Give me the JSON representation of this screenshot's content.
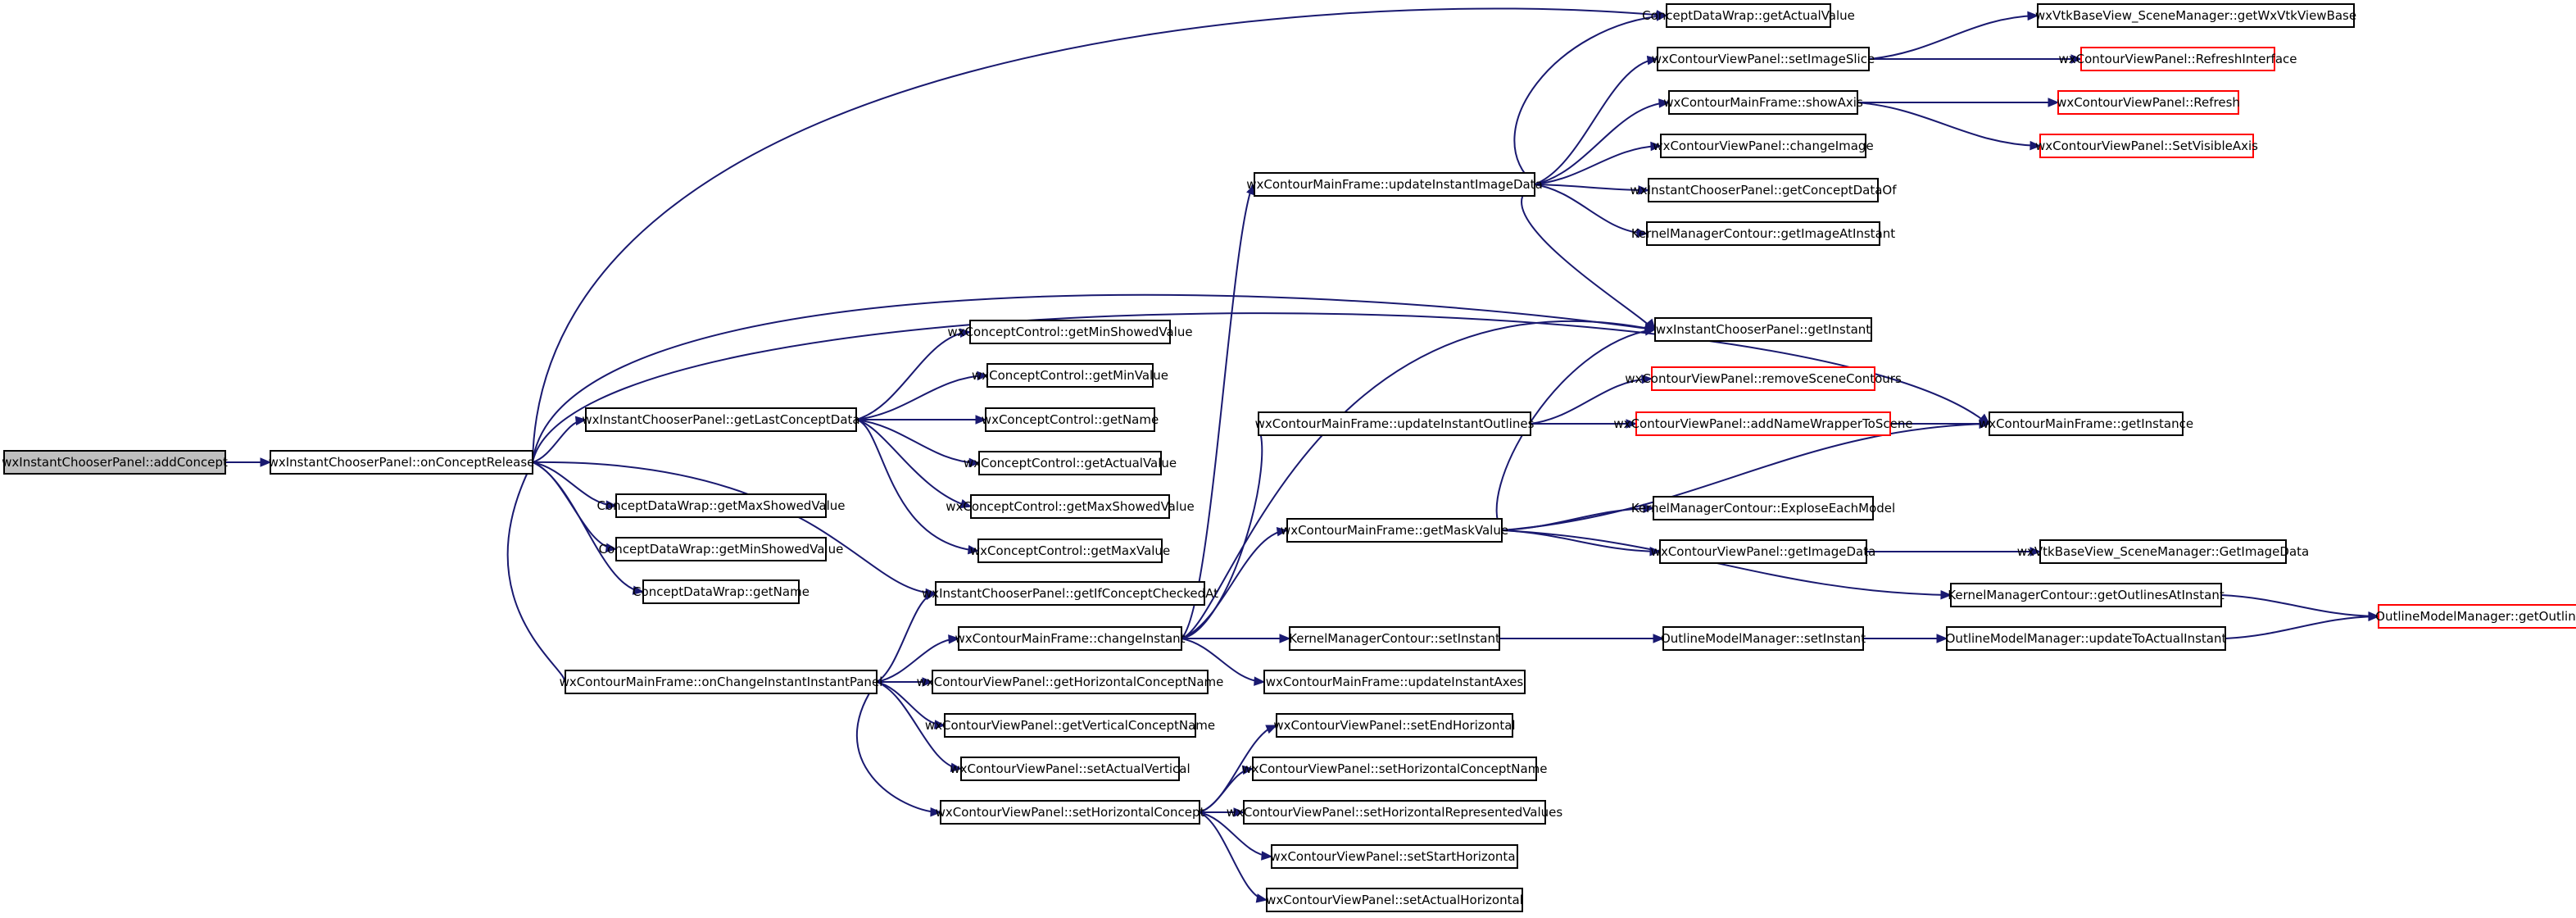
{
  "graph": {
    "nodes": [
      {
        "id": "n0",
        "label": "wxInstantChooserPanel::addConcept",
        "style": "current"
      },
      {
        "id": "n1",
        "label": "wxInstantChooserPanel::onConceptRelease",
        "style": "normal"
      },
      {
        "id": "n2",
        "label": "ConceptDataWrap::getActualValue",
        "style": "normal"
      },
      {
        "id": "n3",
        "label": "wxContourViewPanel::setImageSlice",
        "style": "normal"
      },
      {
        "id": "n4",
        "label": "wxVtkBaseView_SceneManager::getWxVtkViewBase",
        "style": "normal"
      },
      {
        "id": "n5",
        "label": "wxContourViewPanel::RefreshInterface",
        "style": "truncated"
      },
      {
        "id": "n6",
        "label": "wxContourMainFrame::showAxis",
        "style": "normal"
      },
      {
        "id": "n7",
        "label": "wxContourViewPanel::Refresh",
        "style": "truncated"
      },
      {
        "id": "n8",
        "label": "wxContourViewPanel::SetVisibleAxis",
        "style": "truncated"
      },
      {
        "id": "n9",
        "label": "wxContourViewPanel::changeImage",
        "style": "normal"
      },
      {
        "id": "n10",
        "label": "wxContourMainFrame::updateInstantImageData",
        "style": "normal"
      },
      {
        "id": "n11",
        "label": "wxInstantChooserPanel::getConceptDataOf",
        "style": "normal"
      },
      {
        "id": "n12",
        "label": "KernelManagerContour::getImageAtInstant",
        "style": "normal"
      },
      {
        "id": "n13",
        "label": "wxInstantChooserPanel::getInstant",
        "style": "normal"
      },
      {
        "id": "n14",
        "label": "wxConceptControl::getMinShowedValue",
        "style": "normal"
      },
      {
        "id": "n15",
        "label": "wxConceptControl::getMinValue",
        "style": "normal"
      },
      {
        "id": "n16",
        "label": "wxContourViewPanel::removeSceneContours",
        "style": "truncated"
      },
      {
        "id": "n17",
        "label": "wxInstantChooserPanel::getLastConceptData",
        "style": "normal"
      },
      {
        "id": "n18",
        "label": "wxConceptControl::getName",
        "style": "normal"
      },
      {
        "id": "n19",
        "label": "wxContourMainFrame::updateInstantOutlines",
        "style": "normal"
      },
      {
        "id": "n20",
        "label": "wxContourViewPanel::addNameWrapperToScene",
        "style": "truncated"
      },
      {
        "id": "n21",
        "label": "wxContourMainFrame::getInstance",
        "style": "normal"
      },
      {
        "id": "n22",
        "label": "wxConceptControl::getActualValue",
        "style": "normal"
      },
      {
        "id": "n23",
        "label": "ConceptDataWrap::getMaxShowedValue",
        "style": "normal"
      },
      {
        "id": "n24",
        "label": "wxConceptControl::getMaxShowedValue",
        "style": "normal"
      },
      {
        "id": "n25",
        "label": "KernelManagerContour::ExploseEachModel",
        "style": "normal"
      },
      {
        "id": "n26",
        "label": "wxContourMainFrame::getMaskValue",
        "style": "normal"
      },
      {
        "id": "n27",
        "label": "ConceptDataWrap::getMinShowedValue",
        "style": "normal"
      },
      {
        "id": "n28",
        "label": "wxConceptControl::getMaxValue",
        "style": "normal"
      },
      {
        "id": "n29",
        "label": "wxContourViewPanel::getImageData",
        "style": "normal"
      },
      {
        "id": "n30",
        "label": "wxVtkBaseView_SceneManager::GetImageData",
        "style": "normal"
      },
      {
        "id": "n31",
        "label": "ConceptDataWrap::getName",
        "style": "normal"
      },
      {
        "id": "n32",
        "label": "wxInstantChooserPanel::getIfConceptCheckedAt",
        "style": "normal"
      },
      {
        "id": "n33",
        "label": "KernelManagerContour::getOutlinesAtInstant",
        "style": "normal"
      },
      {
        "id": "n34",
        "label": "OutlineModelManager::getOutlinesAtInstant",
        "style": "truncated"
      },
      {
        "id": "n35",
        "label": "wxContourMainFrame::changeInstant",
        "style": "normal"
      },
      {
        "id": "n36",
        "label": "KernelManagerContour::setInstant",
        "style": "normal"
      },
      {
        "id": "n37",
        "label": "OutlineModelManager::setInstant",
        "style": "normal"
      },
      {
        "id": "n38",
        "label": "OutlineModelManager::updateToActualInstant",
        "style": "normal"
      },
      {
        "id": "n39",
        "label": "wxContourMainFrame::onChangeInstantInstantPanel",
        "style": "normal"
      },
      {
        "id": "n40",
        "label": "wxContourViewPanel::getHorizontalConceptName",
        "style": "normal"
      },
      {
        "id": "n41",
        "label": "wxContourMainFrame::updateInstantAxes",
        "style": "normal"
      },
      {
        "id": "n42",
        "label": "wxContourViewPanel::getVerticalConceptName",
        "style": "normal"
      },
      {
        "id": "n43",
        "label": "wxContourViewPanel::setEndHorizontal",
        "style": "normal"
      },
      {
        "id": "n44",
        "label": "wxContourViewPanel::setHorizontalConceptName",
        "style": "normal"
      },
      {
        "id": "n45",
        "label": "wxContourViewPanel::setActualVertical",
        "style": "normal"
      },
      {
        "id": "n46",
        "label": "wxContourViewPanel::setHorizontalConcept",
        "style": "normal"
      },
      {
        "id": "n47",
        "label": "wxContourViewPanel::setHorizontalRepresentedValues",
        "style": "normal"
      },
      {
        "id": "n48",
        "label": "wxContourViewPanel::setStartHorizontal",
        "style": "normal"
      },
      {
        "id": "n49",
        "label": "wxContourViewPanel::setActualHorizontal",
        "style": "normal"
      }
    ],
    "edges": [
      [
        "n0",
        "n1"
      ],
      [
        "n1",
        "n2"
      ],
      [
        "n1",
        "n13"
      ],
      [
        "n1",
        "n17"
      ],
      [
        "n1",
        "n21"
      ],
      [
        "n1",
        "n23"
      ],
      [
        "n1",
        "n27"
      ],
      [
        "n1",
        "n31"
      ],
      [
        "n1",
        "n32"
      ],
      [
        "n1",
        "n39"
      ],
      [
        "n17",
        "n14"
      ],
      [
        "n17",
        "n15"
      ],
      [
        "n17",
        "n18"
      ],
      [
        "n17",
        "n22"
      ],
      [
        "n17",
        "n24"
      ],
      [
        "n17",
        "n28"
      ],
      [
        "n39",
        "n32"
      ],
      [
        "n39",
        "n35"
      ],
      [
        "n39",
        "n40"
      ],
      [
        "n39",
        "n42"
      ],
      [
        "n39",
        "n45"
      ],
      [
        "n39",
        "n46"
      ],
      [
        "n35",
        "n10"
      ],
      [
        "n35",
        "n13"
      ],
      [
        "n35",
        "n19"
      ],
      [
        "n35",
        "n26"
      ],
      [
        "n35",
        "n36"
      ],
      [
        "n35",
        "n41"
      ],
      [
        "n10",
        "n2"
      ],
      [
        "n10",
        "n3"
      ],
      [
        "n10",
        "n6"
      ],
      [
        "n10",
        "n9"
      ],
      [
        "n10",
        "n11"
      ],
      [
        "n10",
        "n12"
      ],
      [
        "n10",
        "n13"
      ],
      [
        "n3",
        "n4"
      ],
      [
        "n3",
        "n5"
      ],
      [
        "n6",
        "n7"
      ],
      [
        "n6",
        "n8"
      ],
      [
        "n19",
        "n16"
      ],
      [
        "n19",
        "n20"
      ],
      [
        "n20",
        "n21"
      ],
      [
        "n26",
        "n13"
      ],
      [
        "n26",
        "n21"
      ],
      [
        "n26",
        "n25"
      ],
      [
        "n26",
        "n29"
      ],
      [
        "n26",
        "n33"
      ],
      [
        "n29",
        "n30"
      ],
      [
        "n33",
        "n34"
      ],
      [
        "n36",
        "n37"
      ],
      [
        "n37",
        "n38"
      ],
      [
        "n38",
        "n34"
      ],
      [
        "n46",
        "n43"
      ],
      [
        "n46",
        "n44"
      ],
      [
        "n46",
        "n47"
      ],
      [
        "n46",
        "n48"
      ],
      [
        "n46",
        "n49"
      ]
    ]
  },
  "colors": {
    "edge": "#191970",
    "node_border": "#000000",
    "truncated_border": "#ff0000",
    "current_fill": "#bfbfbf",
    "node_fill": "#ffffff"
  }
}
